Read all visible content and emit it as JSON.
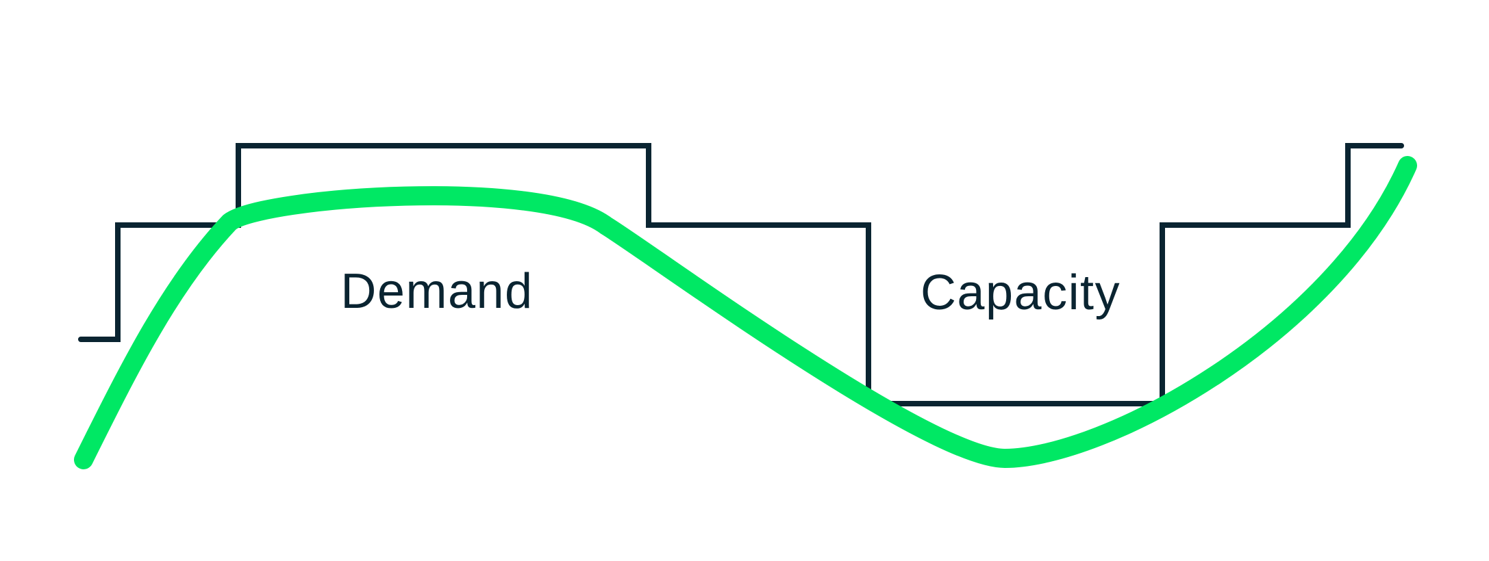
{
  "labels": {
    "demand": "Demand",
    "capacity": "Capacity"
  },
  "colors": {
    "demand_curve": "#00e864",
    "capacity_line": "#0a2431",
    "label_text": "#0a2431",
    "background": "#ffffff"
  },
  "figure": {
    "type": "concept-diagram",
    "description_elements": [
      {
        "name": "demand-curve",
        "style": "smooth wave, thick rounded stroke",
        "label": "Demand"
      },
      {
        "name": "capacity-step-line",
        "style": "staircase step line, thin square corners",
        "label": "Capacity"
      }
    ]
  }
}
